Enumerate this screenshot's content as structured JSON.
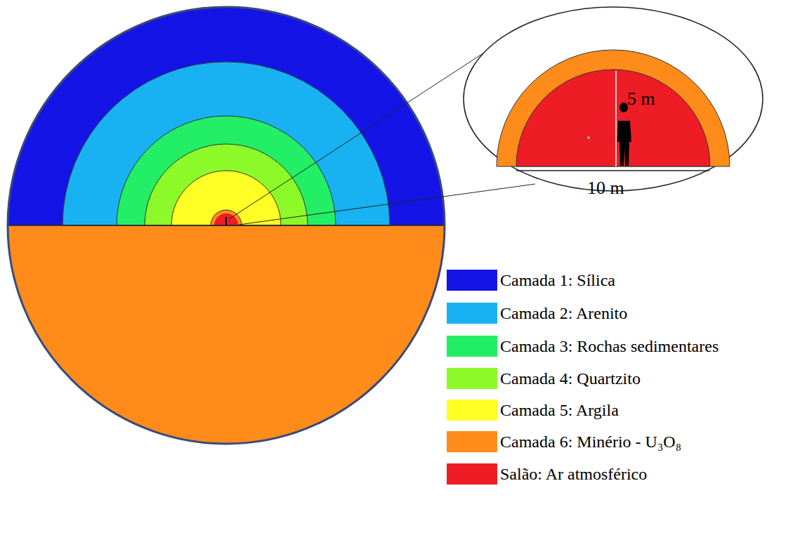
{
  "diagram": {
    "labels": [
      "5 m",
      "10 m"
    ],
    "legend": [
      {
        "text": "Camada 1: Sílica",
        "color": "#1414e6"
      },
      {
        "text": "Camada 2: Arenito",
        "color": "#18b2f2"
      },
      {
        "text": "Camada 3: Rochas sedimentares",
        "color": "#22ee66"
      },
      {
        "text": "Camada 4: Quartzito",
        "color": "#8cfa28"
      },
      {
        "text": "Camada 5: Argila",
        "color": "#ffff26"
      },
      {
        "text": "Camada 6: Minério - U₃O₈",
        "color": "#ff8c1a"
      },
      {
        "text": "Salão: Ar atmosférico",
        "color": "#ee1c24"
      }
    ]
  }
}
